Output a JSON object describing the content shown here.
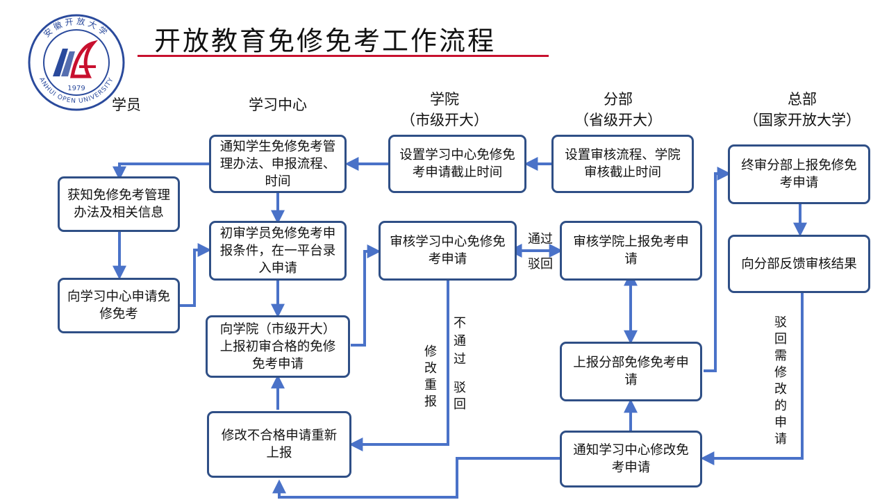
{
  "header": {
    "title": "开放教育免修免考工作流程",
    "logo": {
      "arc_top": "安徽开放大学",
      "arc_bottom": "ANHUI OPEN UNIVERSITY",
      "year": "1979",
      "colors": {
        "ring": "#2a4a9c",
        "accent": "#c8102e"
      }
    }
  },
  "columns": {
    "student": {
      "lines": [
        "学员"
      ]
    },
    "center": {
      "lines": [
        "学习中心"
      ]
    },
    "college": {
      "lines": [
        "学院",
        "（市级开大）"
      ]
    },
    "branch": {
      "lines": [
        "分部",
        "（省级开大）"
      ]
    },
    "hq": {
      "lines": [
        "总部",
        "（国家开放大学）"
      ]
    }
  },
  "boxes": {
    "notify_students": "通知学生免修免考管理办法、申报流程、时间",
    "set_deadline_center": "设置学习中心免修免考申请截止时间",
    "set_process": "设置审核流程、学院审核截止时间",
    "final_review": "终审分部上报免修免考申请",
    "learn_info": "获知免修免考管理办法及相关信息",
    "first_review": "初审学员免修免考申报条件，在一平台录入申请",
    "review_center": "审核学习中心免修免考申请",
    "review_college": "审核学院上报免考申请",
    "feedback": "向分部反馈审核结果",
    "apply": "向学习中心申请免修免考",
    "report_college": "向学院（市级开大）上报初审合格的免修免考申请",
    "report_branch": "上报分部免修免考申请",
    "revise": "修改不合格申请重新上报",
    "notify_revise": "通知学习中心修改免考申请"
  },
  "labels": {
    "pass": "通过",
    "reject": "驳回",
    "fail": "不通过",
    "reject2": "驳回",
    "revise_resubmit": "修改重报",
    "reject_revise": "驳回需修改的申请"
  },
  "colors": {
    "arrow": "#4a72c8",
    "box_border": "#2f4f86",
    "title_rule": "#c8102e"
  }
}
